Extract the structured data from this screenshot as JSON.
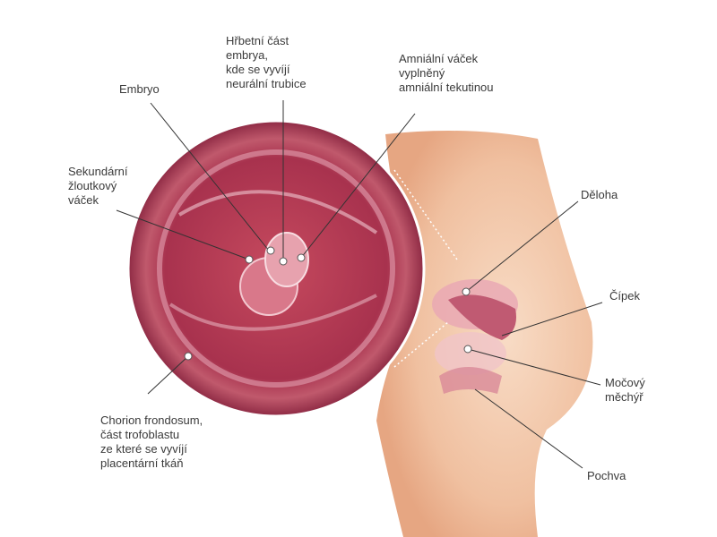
{
  "labels": {
    "embryo": "Embryo",
    "dorsal": "Hřbetní část\nembrya,\nkde se vyvíjí\nneurální trubice",
    "amniotic": "Amniální váček\nvyplněný\namniální tekutinou",
    "yolk_sac": "Sekundární\nžloutkový\nváček",
    "chorion": "Chorion frondosum,\nčást trofoblastu\nze které se vyvíjí\nplacentární tkáň",
    "uterus": "Děloha",
    "cervix": "Čípek",
    "bladder": "Močový\nměchýř",
    "vagina": "Pochva"
  },
  "colors": {
    "skin": "#f2c6a8",
    "tissue": "#a8324e",
    "line": "#333333"
  }
}
